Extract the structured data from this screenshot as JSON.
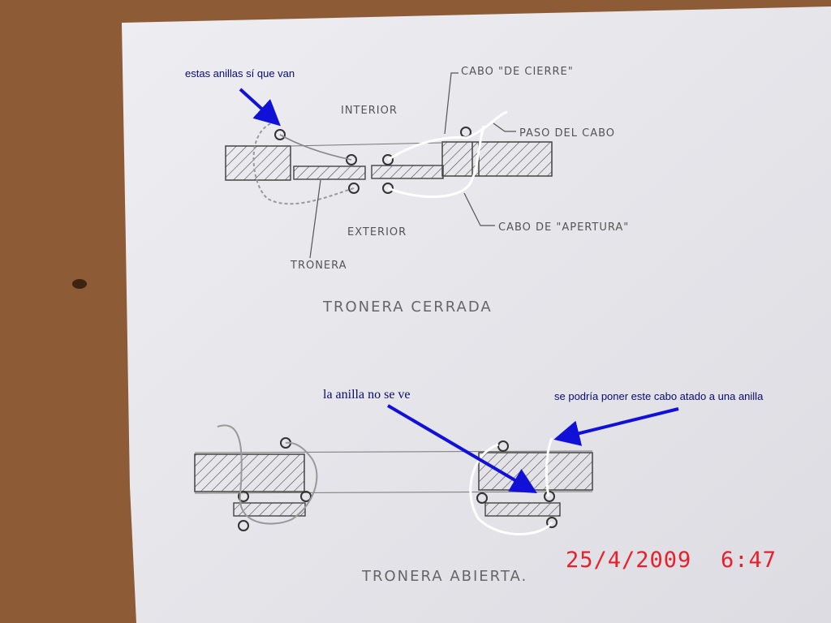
{
  "labels": {
    "interior": "INTERIOR",
    "exterior": "EXTERIOR",
    "tronera": "TRONERA",
    "cabo_cierre": "CABO \"DE CIERRE\"",
    "paso_del_cabo": "PASO DEL CABO",
    "cabo_apertura": "CABO DE \"APERTURA\"",
    "title_closed": "TRONERA CERRADA",
    "title_open": "TRONERA ABIERTA."
  },
  "annotations": {
    "rings_used": "estas anillas sí que van",
    "ring_hidden": "la anilla no se ve",
    "rope_ring": "se podría poner este cabo atado a una anilla"
  },
  "stamp": {
    "date": "25/4/2009",
    "time": "6:47"
  },
  "colors": {
    "annotation_arrow": "#1010d8",
    "stamp": "#e8202a",
    "pencil": "#555555"
  }
}
